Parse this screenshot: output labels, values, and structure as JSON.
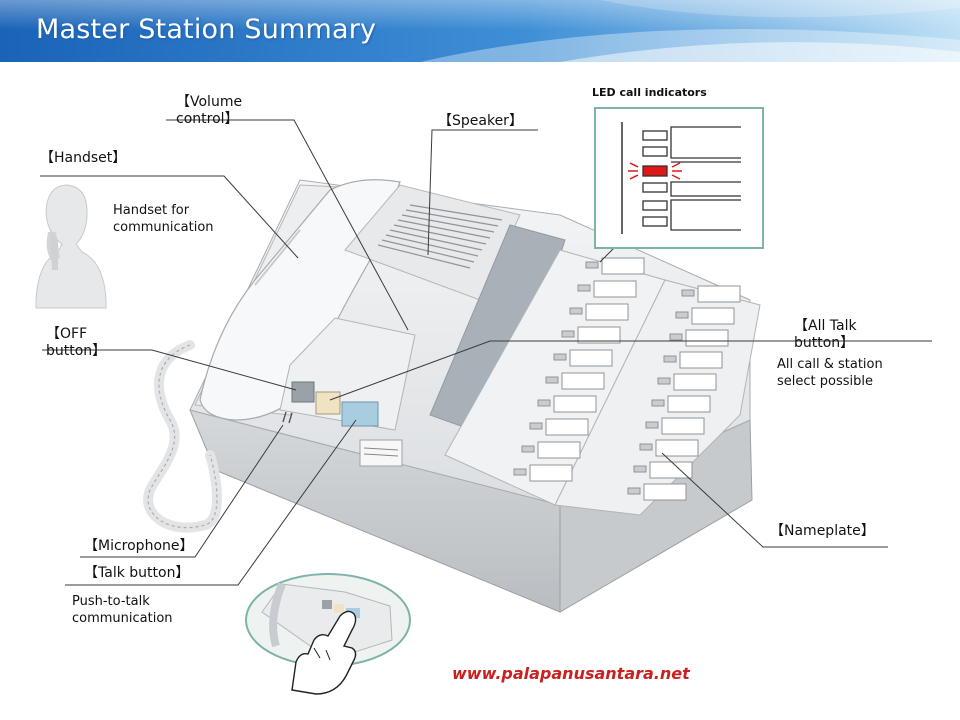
{
  "title": "Master Station Summary",
  "labels": {
    "volume": "【Volume control】",
    "speaker": "【Speaker】",
    "handset": "【Handset】",
    "off_button": "【OFF button】",
    "all_talk": "【All Talk button】",
    "microphone": "【Microphone】",
    "talk_button": "【Talk button】",
    "nameplate": "【Nameplate】"
  },
  "descriptions": {
    "handset": "Handset for communication",
    "all_talk": "All call & station select possible",
    "talk_button": "Push-to-talk communication"
  },
  "led_caption": "LED call indicators",
  "website": "www.palapanusantara.net",
  "colors": {
    "banner_start": "#1d6fc4",
    "banner_end": "#e9f4fc",
    "led_active": "#e01818",
    "inset_border": "#7fb3a8",
    "website": "#cc1f1f"
  },
  "icons": [
    "person-on-phone-icon",
    "hand-pressing-icon"
  ]
}
